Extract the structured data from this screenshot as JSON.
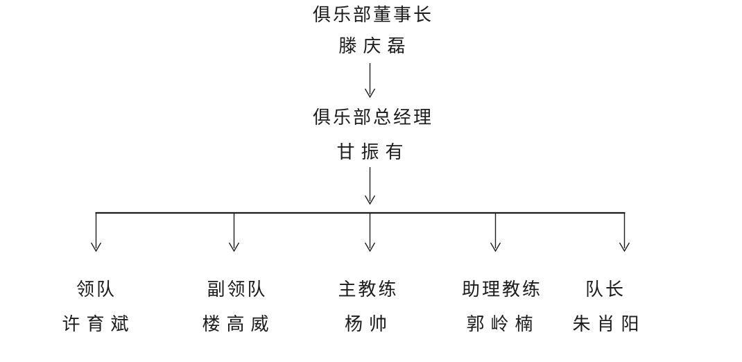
{
  "org_chart": {
    "chairman": {
      "title": "俱乐部董事长",
      "name": "滕庆磊"
    },
    "general_manager": {
      "title": "俱乐部总经理",
      "name": "甘振有"
    },
    "staff": [
      {
        "title": "领队",
        "name": "许育斌"
      },
      {
        "title": "副领队",
        "name": "楼高威"
      },
      {
        "title": "主教练",
        "name": "杨帅"
      },
      {
        "title": "助理教练",
        "name": "郭岭楠"
      },
      {
        "title": "队长",
        "name": "朱肖阳"
      }
    ],
    "colors": {
      "line": "#1c1c1c",
      "text": "#1c1c1c",
      "background": "#ffffff"
    }
  }
}
